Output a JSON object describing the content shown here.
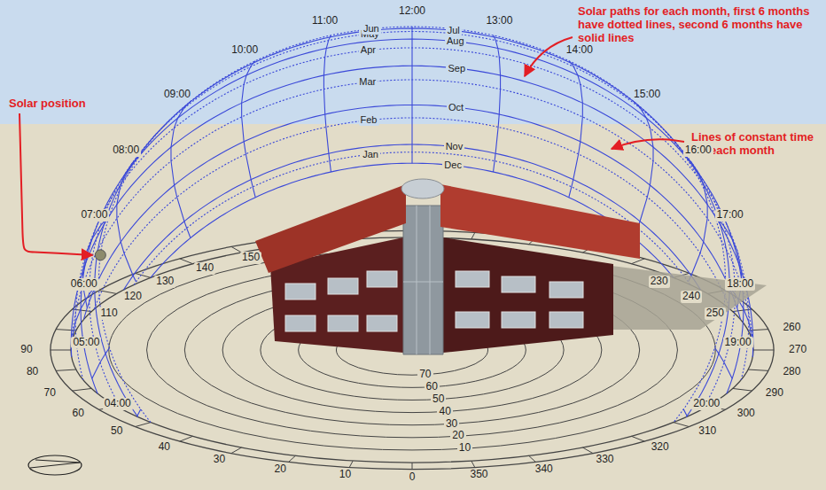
{
  "diagram": {
    "labels": [
      "Solar position",
      "Solar paths for each month, first 6 months have dotted lines, second 6 months have solid lines",
      "Lines of constant time for each month",
      "04:00",
      "05:00",
      "06:00",
      "07:00",
      "08:00",
      "09:00",
      "10:00",
      "11:00",
      "12:00",
      "13:00",
      "14:00",
      "15:00",
      "16:00",
      "17:00",
      "18:00",
      "19:00",
      "20:00",
      "Jan",
      "Feb",
      "Mar",
      "Apr",
      "May",
      "Jun",
      "Jul",
      "Aug",
      "Sep",
      "Oct",
      "Nov",
      "Dec",
      "0",
      "10",
      "20",
      "30",
      "40",
      "50",
      "60",
      "70",
      "80",
      "90",
      "110",
      "120",
      "130",
      "140",
      "150",
      "230",
      "240",
      "250",
      "260",
      "270",
      "280",
      "290",
      "300",
      "310",
      "320",
      "330",
      "340",
      "350",
      "10",
      "20",
      "30",
      "40",
      "50",
      "60",
      "70"
    ]
  }
}
